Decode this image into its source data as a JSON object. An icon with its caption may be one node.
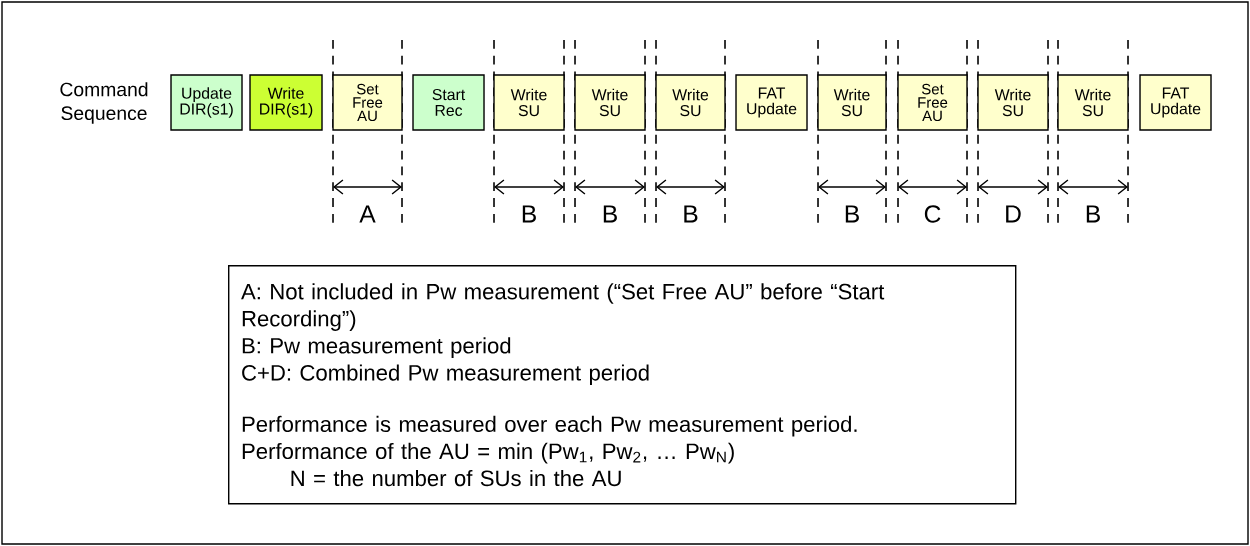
{
  "diagram": {
    "nodes": [
      {
        "text": [
          "Update DIR(s1)"
        ]
      },
      {
        "text": [
          "Write DIR(s1)"
        ]
      },
      {
        "text": [
          "Set Free AU"
        ]
      },
      {
        "text": [
          "Start Rec"
        ]
      },
      {
        "text": [
          "Write SU"
        ]
      },
      {
        "text": [
          "Write SU"
        ]
      },
      {
        "text": [
          "Write SU"
        ]
      },
      {
        "text": [
          "FAT Update"
        ]
      },
      {
        "text": [
          "Write SU"
        ]
      },
      {
        "text": [
          "Set Free AU"
        ]
      },
      {
        "text": [
          "Write SU"
        ]
      },
      {
        "text": [
          "Write SU"
        ]
      },
      {
        "text": [
          "FAT Update"
        ]
      },
      {
        "text": [
          "A: Not included in Pw measurement (“Set Free AU” before “Start Recording”)",
          "B: Pw measurement period",
          "C+D: Combined Pw measurement period",
          "Performance is measured over each Pw measurement period.",
          "Performance of the AU = min (Pw$_{1}$, Pw$_{2}$, … Pw$_{N}$)",
          "N = the number of SUs in the AU"
        ]
      }
    ],
    "edges": [],
    "labels": [
      "Command Sequence",
      "A",
      "B",
      "B",
      "B",
      "B",
      "C",
      "D",
      "B"
    ]
  }
}
